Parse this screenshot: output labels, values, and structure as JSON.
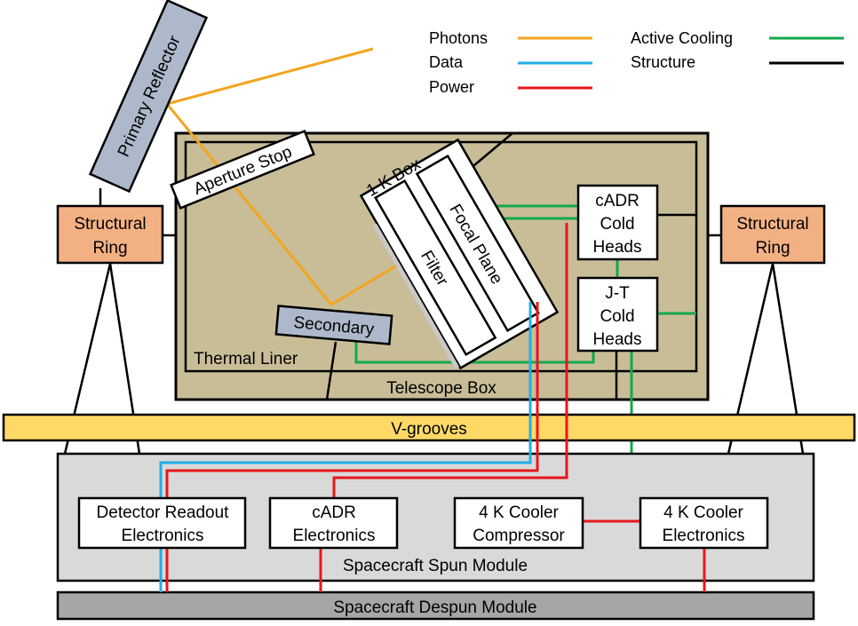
{
  "legend": {
    "photons": {
      "label": "Photons",
      "color": "#f2a51f"
    },
    "data": {
      "label": "Data",
      "color": "#22aee6"
    },
    "power": {
      "label": "Power",
      "color": "#e8161b"
    },
    "active_cooling": {
      "label": "Active Cooling",
      "color": "#14a84b"
    },
    "structure": {
      "label": "Structure",
      "color": "#000000"
    }
  },
  "colors": {
    "telescope_box": "#c9bd98",
    "structural_ring": "#f3b183",
    "reflector": "#adb9ca",
    "vgrooves": "#ffd966",
    "spun_module": "#d9d9d9",
    "despun_module": "#a6a6a6",
    "filter_edge": "#c9c9c9"
  },
  "labels": {
    "primary_reflector": "Primary Reflector",
    "aperture_stop": "Aperture Stop",
    "secondary": "Secondary",
    "thermal_liner": "Thermal Liner",
    "telescope_box": "Telescope Box",
    "one_k_box": "1 K Box",
    "filter": "Filter",
    "focal_plane": "Focal Plane",
    "cadr_cold_heads": [
      "cADR",
      "Cold",
      "Heads"
    ],
    "jt_cold_heads": [
      "J-T",
      "Cold",
      "Heads"
    ],
    "structural_ring_left": [
      "Structural",
      "Ring"
    ],
    "structural_ring_right": [
      "Structural",
      "Ring"
    ],
    "vgrooves": "V-grooves",
    "detector_readout": [
      "Detector Readout",
      "Electronics"
    ],
    "cadr_electronics": [
      "cADR",
      "Electronics"
    ],
    "cooler_compressor": [
      "4 K Cooler",
      "Compressor"
    ],
    "cooler_electronics": [
      "4 K Cooler",
      "Electronics"
    ],
    "spun_module": "Spacecraft Spun Module",
    "despun_module": "Spacecraft Despun Module"
  }
}
